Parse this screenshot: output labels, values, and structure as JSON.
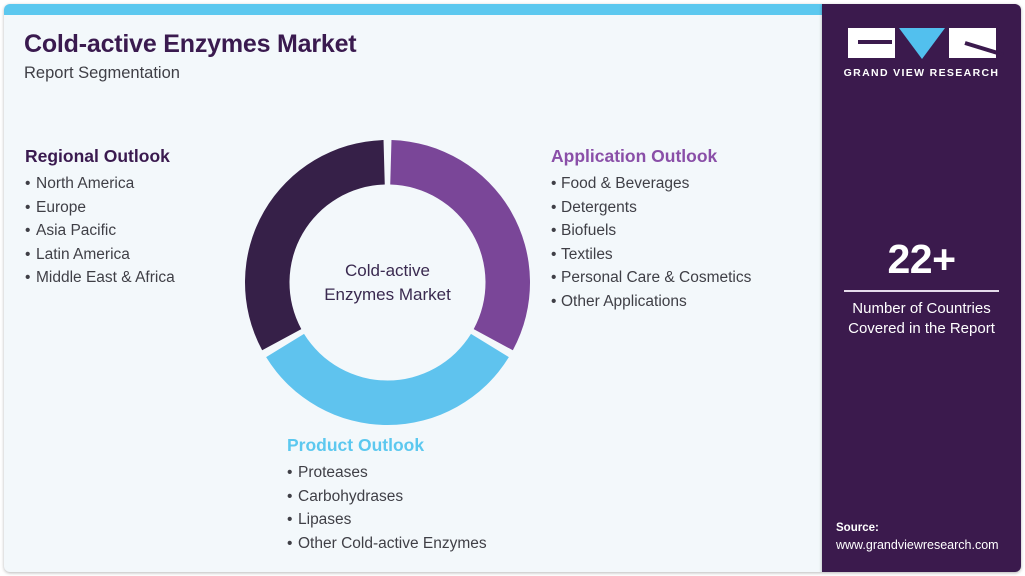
{
  "header": {
    "title": "Cold-active Enzymes Market",
    "subtitle": "Report Segmentation"
  },
  "colors": {
    "panel_background": "#f3f8fb",
    "accent_blue": "#5cc8ef",
    "dark_purple": "#3a1a4f",
    "medium_purple": "#7a4698",
    "side_panel": "#3b1a4d"
  },
  "donut": {
    "center_line1": "Cold-active",
    "center_line2": "Enzymes Market",
    "segments": [
      {
        "name": "Application Outlook",
        "color": "#7a4698",
        "share": 33.33
      },
      {
        "name": "Product Outlook",
        "color": "#5fc3ee",
        "share": 33.33
      },
      {
        "name": "Regional Outlook",
        "color": "#362048",
        "share": 33.33
      }
    ]
  },
  "regional_outlook": {
    "heading": "Regional Outlook",
    "items": [
      "North America",
      "Europe",
      "Asia Pacific",
      "Latin America",
      "Middle East & Africa"
    ]
  },
  "application_outlook": {
    "heading": "Application Outlook",
    "items": [
      "Food & Beverages",
      "Detergents",
      "Biofuels",
      "Textiles",
      "Personal Care & Cosmetics",
      "Other Applications"
    ]
  },
  "product_outlook": {
    "heading": "Product Outlook",
    "items": [
      "Proteases",
      "Carbohydrases",
      "Lipases",
      "Other Cold-active Enzymes"
    ]
  },
  "side_panel": {
    "logo_wordmark": "GRAND VIEW RESEARCH",
    "stat_value": "22+",
    "stat_label_line1": "Number of Countries",
    "stat_label_line2": "Covered in the Report",
    "source_label": "Source:",
    "source_url": "www.grandviewresearch.com"
  }
}
